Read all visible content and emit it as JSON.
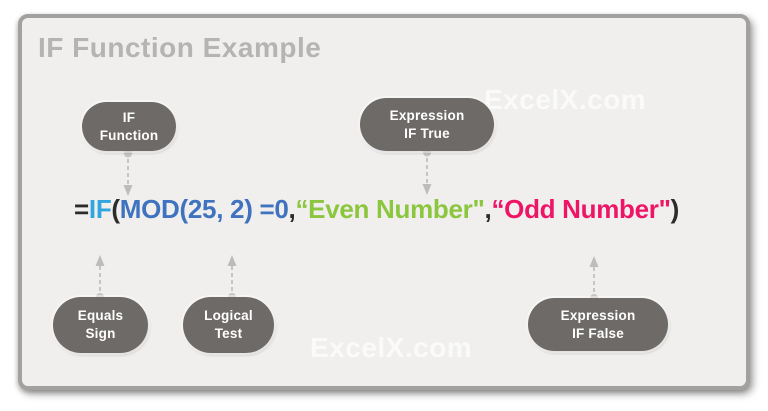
{
  "title": "IF Function Example",
  "watermark": "ExcelX.com",
  "formula": {
    "full_text": "=IF(MOD(25, 2) =0,“Even Number\",“Odd Number\")",
    "segments": [
      {
        "name": "equals-sign",
        "text": "="
      },
      {
        "name": "if-keyword",
        "text": "IF"
      },
      {
        "name": "open-paren",
        "text": "("
      },
      {
        "name": "logical-test-mod",
        "text": "MOD(25, 2)"
      },
      {
        "name": "logical-test-compare",
        "text": " =0"
      },
      {
        "name": "comma-1",
        "text": ","
      },
      {
        "name": "expression-if-true",
        "text": "“Even Number\""
      },
      {
        "name": "comma-2",
        "text": ","
      },
      {
        "name": "expression-if-false",
        "text": "“Odd Number\""
      },
      {
        "name": "close-paren",
        "text": ")"
      }
    ]
  },
  "bubbles": {
    "if_function": {
      "line1": "IF",
      "line2": "Function"
    },
    "expression_if_true": {
      "line1": "Expression",
      "line2": "IF True"
    },
    "equals_sign": {
      "line1": "Equals",
      "line2": "Sign"
    },
    "logical_test": {
      "line1": "Logical",
      "line2": "Test"
    },
    "expression_if_false": {
      "line1": "Expression",
      "line2": "IF False"
    }
  },
  "colors": {
    "card_background": "#f0efee",
    "card_border": "#a3a1a0",
    "title_text": "#b6b3b3",
    "bubble_fill": "#6e6a67",
    "bubble_text": "#ffffff",
    "arrow": "#c6c5c4",
    "formula_dark": "#2b2b2b",
    "formula_if_cyan": "#31a5de",
    "formula_blue": "#3f72bf",
    "formula_green": "#8cc63e",
    "formula_pink": "#ee1566"
  }
}
